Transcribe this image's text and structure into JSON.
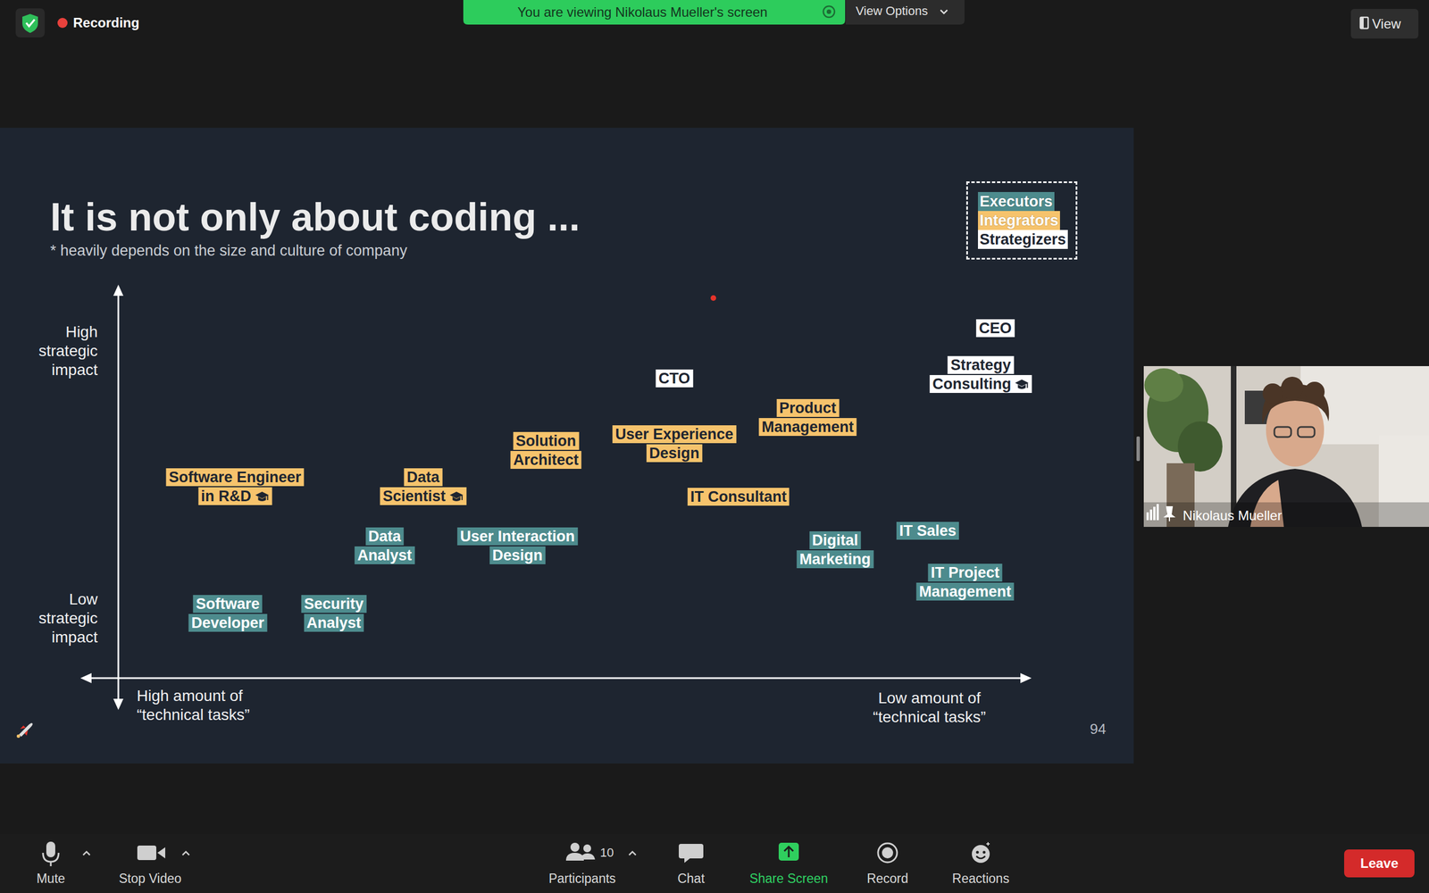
{
  "diagram": {
    "title": "It is not only about coding ...",
    "nodes": [
      {
        "text": [
          "CEO"
        ]
      },
      {
        "text": [
          "Strategy Consulting"
        ]
      },
      {
        "text": [
          "CTO"
        ]
      },
      {
        "text": [
          "Product Management"
        ]
      },
      {
        "text": [
          "User Experience Design"
        ]
      },
      {
        "text": [
          "Solution Architect"
        ]
      },
      {
        "text": [
          "Software Engineer in R&D"
        ]
      },
      {
        "text": [
          "Data Scientist"
        ]
      },
      {
        "text": [
          "IT Consultant"
        ]
      },
      {
        "text": [
          "IT Sales"
        ]
      },
      {
        "text": [
          "Data Analyst"
        ]
      },
      {
        "text": [
          "User Interaction Design"
        ]
      },
      {
        "text": [
          "Digital Marketing"
        ]
      },
      {
        "text": [
          "IT Project Management"
        ]
      },
      {
        "text": [
          "Software Developer"
        ]
      },
      {
        "text": [
          "Security Analyst"
        ]
      }
    ],
    "labels": [
      "Recording",
      "You are viewing Nikolaus Mueller's screen",
      "View Options",
      "View",
      "* heavily depends on the size and culture of company",
      "High strategic impact",
      "Low strategic impact",
      "High amount of “technical tasks”",
      "Low amount of “technical tasks”",
      "94",
      "Nikolaus Mueller",
      "Mute",
      "Stop Video",
      "10",
      "Participants",
      "Chat",
      "Share Screen",
      "Record",
      "Reactions",
      "Leave"
    ],
    "legend": [
      {
        "text": "Executors",
        "color": "#4d8b8d"
      },
      {
        "text": "Integrators",
        "color": "#f6c36c"
      },
      {
        "text": "Strategizers",
        "color": "#ffffff"
      }
    ]
  }
}
